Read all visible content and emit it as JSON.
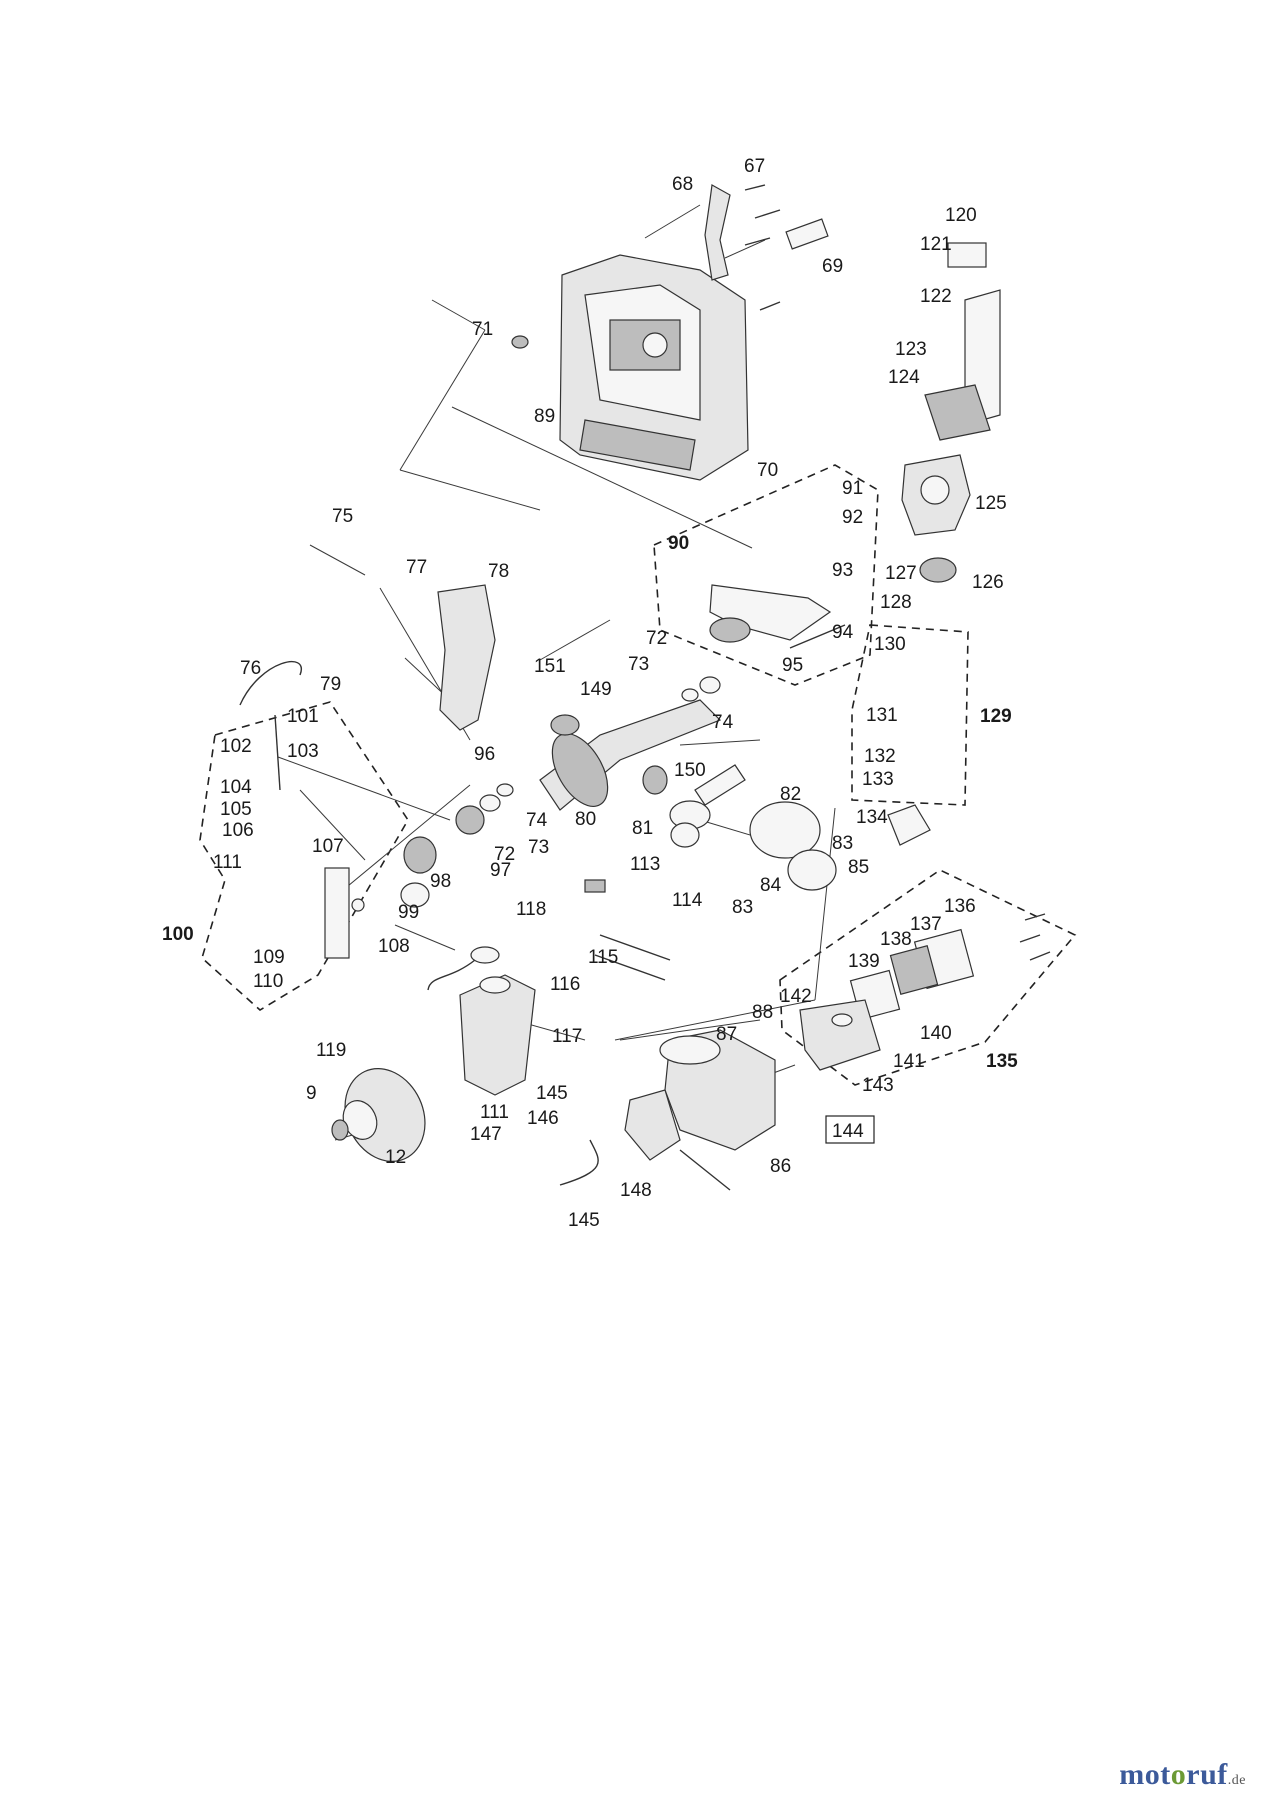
{
  "callouts": [
    "9",
    "12",
    "67",
    "68",
    "69",
    "70",
    "71",
    "72",
    "73",
    "74",
    "75",
    "76",
    "77",
    "78",
    "79",
    "80",
    "81",
    "82",
    "83",
    "84",
    "85",
    "86",
    "87",
    "88",
    "89",
    "90",
    "91",
    "92",
    "93",
    "94",
    "95",
    "96",
    "97",
    "98",
    "99",
    "100",
    "101",
    "102",
    "103",
    "104",
    "105",
    "106",
    "107",
    "108",
    "109",
    "110",
    "111",
    "113",
    "114",
    "115",
    "116",
    "117",
    "118",
    "119",
    "120",
    "121",
    "122",
    "123",
    "124",
    "125",
    "126",
    "127",
    "128",
    "129",
    "130",
    "131",
    "132",
    "133",
    "134",
    "135",
    "136",
    "137",
    "138",
    "139",
    "140",
    "141",
    "142",
    "143",
    "144",
    "145",
    "146",
    "147",
    "148",
    "149",
    "150",
    "151"
  ],
  "brand": {
    "part1": "mot",
    "part2": "o",
    "part3": "ruf",
    "tld": ".de"
  }
}
